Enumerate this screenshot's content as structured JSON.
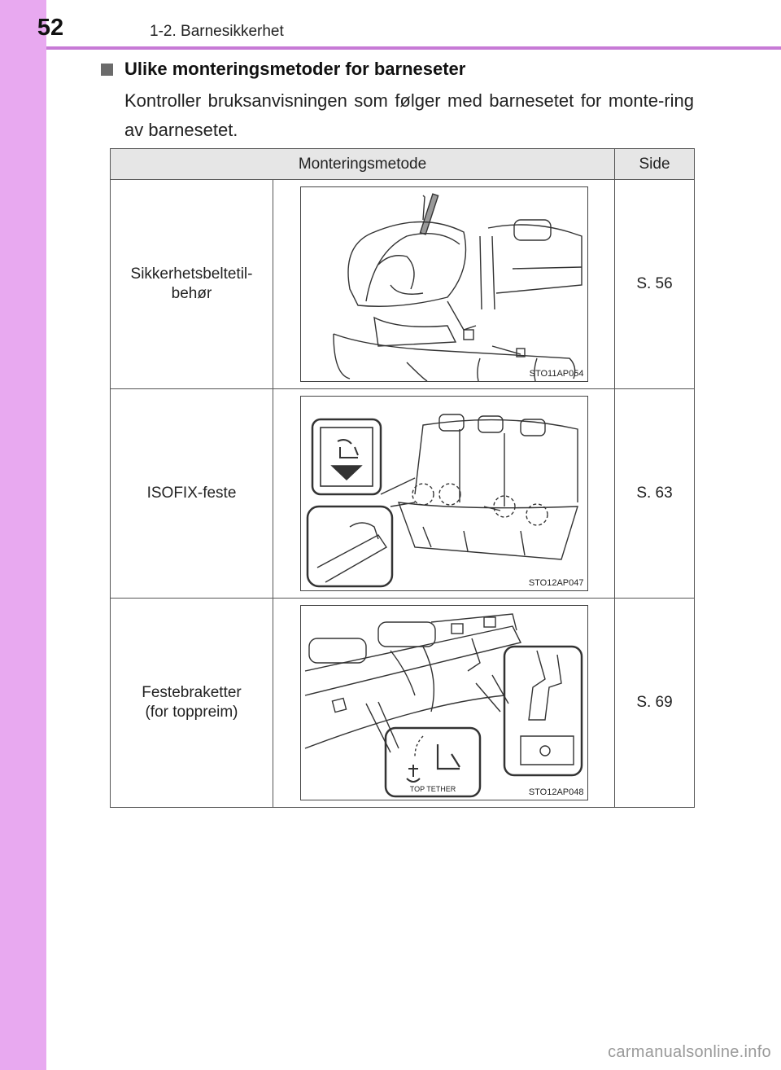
{
  "header": {
    "page_number": "52",
    "section": "1-2. Barnesikkerhet"
  },
  "heading": "Ulike monteringsmetoder for barneseter",
  "intro": "Kontroller bruksanvisningen som følger med barnesetet for monte-ring av barnesetet.",
  "table": {
    "columns": [
      "Monteringsmetode",
      "Side"
    ],
    "rows": [
      {
        "method_line1": "Sikkerhetsbeltetil-",
        "method_line2": "behør",
        "figure_code": "STO11AP054",
        "page": "S. 56"
      },
      {
        "method_line1": "ISOFIX-feste",
        "method_line2": "",
        "figure_code": "STO12AP047",
        "page": "S. 63"
      },
      {
        "method_line1": "Festebraketter",
        "method_line2": "(for toppreim)",
        "figure_code": "STO12AP048",
        "page": "S. 69",
        "figure_label": "TOP TETHER"
      }
    ]
  },
  "watermark": "carmanualsonline.info",
  "colors": {
    "side_strip": "#e8a9f0",
    "header_rule": "#c77ad6",
    "table_header_bg": "#e6e6e6"
  }
}
